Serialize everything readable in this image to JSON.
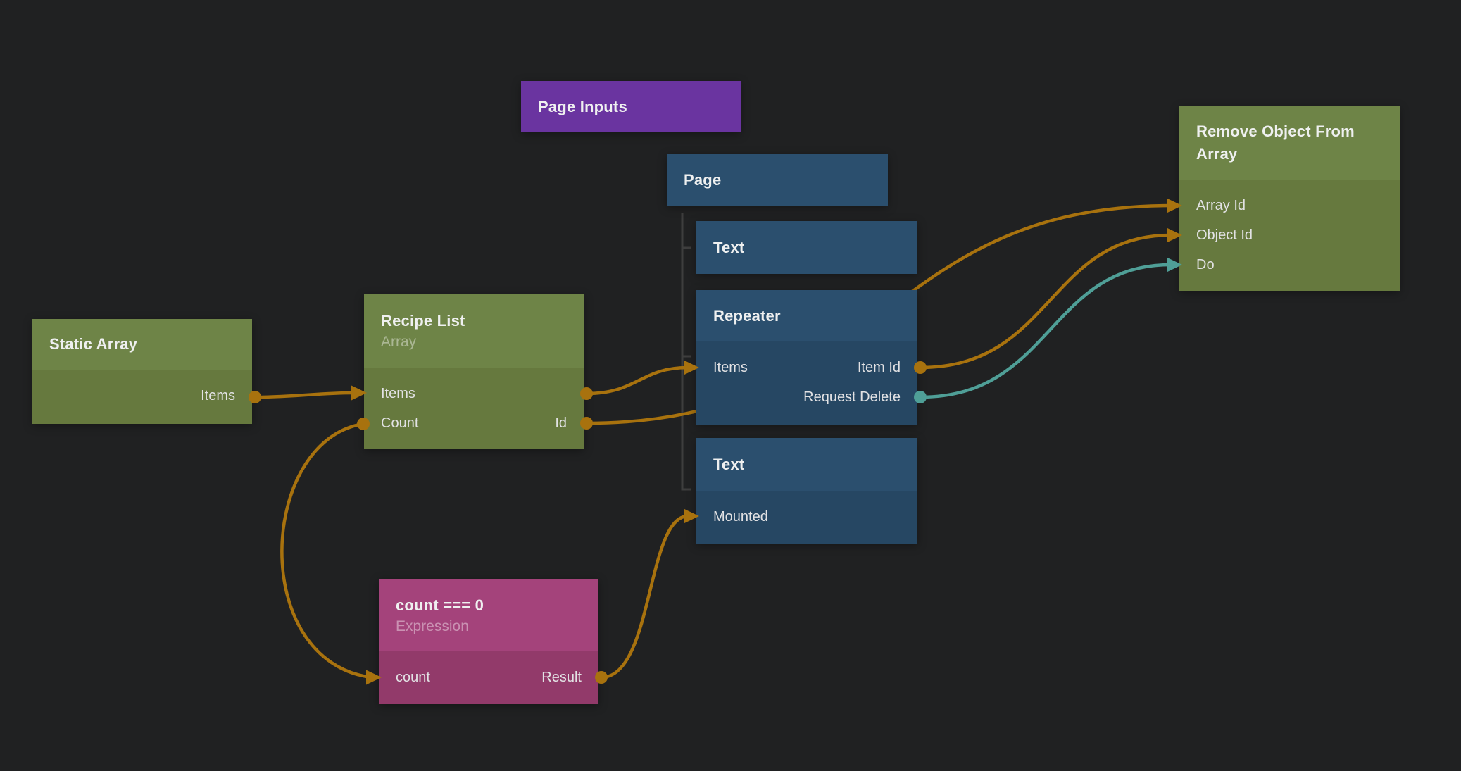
{
  "editor": {
    "view": "node-graph-canvas"
  },
  "colors": {
    "background": "#202122",
    "blue_header": "#2b4f6e",
    "blue_body": "#264763",
    "green_header": "#6e8447",
    "green_body": "#66793e",
    "pink_header": "#a4437b",
    "pink_body": "#923a6a",
    "purple_header": "#6a34a0",
    "wire_data": "#a8720e",
    "wire_signal": "#4f9f97",
    "tree_line": "#3e3e3e",
    "title_text": "#eff0f0",
    "port_text": "#e2e2e4"
  },
  "nodes": {
    "page_inputs": {
      "title": "Page Inputs",
      "color": "purple"
    },
    "page": {
      "title": "Page",
      "color": "blue"
    },
    "text1": {
      "title": "Text",
      "color": "blue"
    },
    "repeater": {
      "title": "Repeater",
      "color": "blue",
      "ports": {
        "items": "Items",
        "item_id": "Item Id",
        "request_delete": "Request Delete"
      }
    },
    "text2": {
      "title": "Text",
      "color": "blue",
      "ports": {
        "mounted": "Mounted"
      }
    },
    "static_array": {
      "title": "Static Array",
      "color": "green",
      "ports": {
        "items": "Items"
      }
    },
    "recipe_list": {
      "title": "Recipe List",
      "subtitle": "Array",
      "color": "green",
      "ports": {
        "items": "Items",
        "count": "Count",
        "id": "Id"
      }
    },
    "expression": {
      "title": "count === 0",
      "subtitle": "Expression",
      "color": "pink",
      "ports": {
        "count": "count",
        "result": "Result"
      }
    },
    "remove_object": {
      "title": "Remove Object From Array",
      "color": "green",
      "ports": {
        "array_id": "Array Id",
        "object_id": "Object Id",
        "do": "Do"
      }
    }
  },
  "hierarchy": {
    "parent": "Page",
    "children": [
      "Text",
      "Repeater",
      "Text"
    ]
  },
  "connections": [
    {
      "from": "Static Array.Items",
      "to": "Recipe List.Items",
      "type": "data"
    },
    {
      "from": "Recipe List.Items",
      "to": "Repeater.Items",
      "type": "data"
    },
    {
      "from": "Recipe List.Id",
      "to": "Remove Object From Array.Array Id",
      "type": "data"
    },
    {
      "from": "Recipe List.Count",
      "to": "count === 0.count",
      "type": "data"
    },
    {
      "from": "count === 0.Result",
      "to": "Text.Mounted",
      "type": "data"
    },
    {
      "from": "Repeater.Item Id",
      "to": "Remove Object From Array.Object Id",
      "type": "data"
    },
    {
      "from": "Repeater.Request Delete",
      "to": "Remove Object From Array.Do",
      "type": "signal"
    }
  ]
}
